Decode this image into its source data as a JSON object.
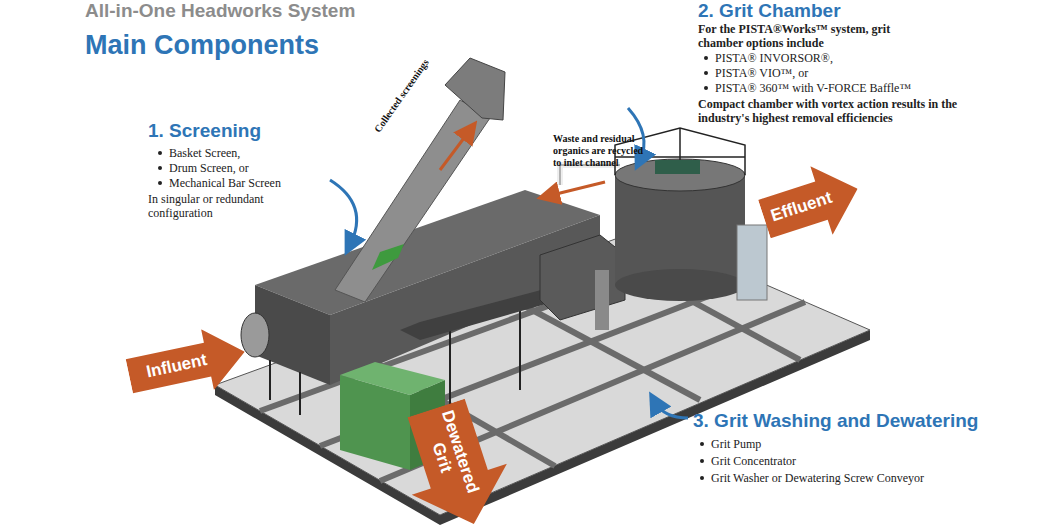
{
  "diagram": {
    "title": "Main Components",
    "nodes": [
      {
        "text": [
          "Influent"
        ]
      },
      {
        "text": [
          "Effluent"
        ]
      },
      {
        "text": [
          "Dewatered Grit"
        ]
      }
    ],
    "labels": [
      "All-in-One Headworks System",
      "1. Screening",
      "Basket Screen,",
      "Drum Screen, or",
      "Mechanical Bar Screen",
      "In singular or redundant configuration",
      "Collected screenings",
      "Waste and residual organics are recycled to inlet channel",
      "2. Grit Chamber",
      "For the PISTA®Works™ system, grit chamber options include",
      "PISTA® INVORSOR®,",
      "PISTA® VIO™, or",
      "PISTA® 360™ with V-FORCE Baffle™",
      "Compact chamber with vortex action results in the industry's highest removal efficiencies",
      "3. Grit Washing and Dewatering",
      "Grit Pump",
      "Grit Concentrator",
      "Grit Washer or Dewatering Screw Conveyor"
    ]
  }
}
